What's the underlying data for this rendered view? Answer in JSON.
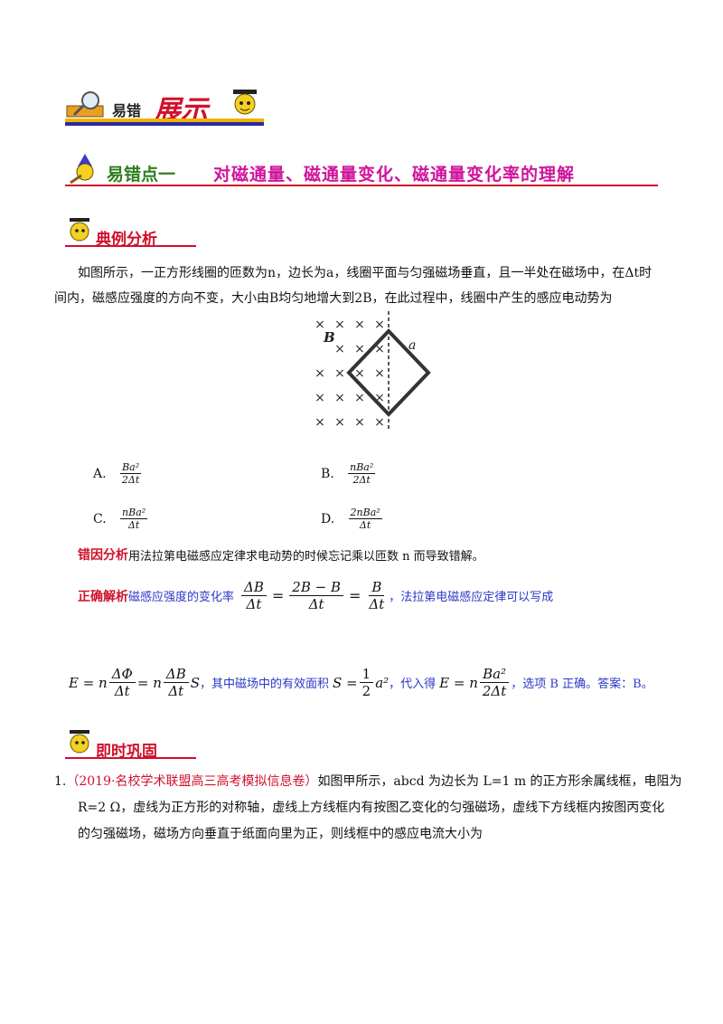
{
  "banner": {
    "text1": "易错",
    "text2": "展示"
  },
  "section": {
    "label": "易错点一",
    "title": "对磁通量、磁通量变化、磁通量变化率的理解"
  },
  "example_heading": "典例分析",
  "question": {
    "line1": "如图所示，一正方形线圈的匝数为n，边长为a，线圈平面与匀强磁场垂直，且一半处在磁场中，在Δt时",
    "line2": "间内，磁感应强度的方向不变，大小由B均匀地增大到2B，在此过程中，线圈中产生的感应电动势为"
  },
  "figure": {
    "label_B": "B",
    "label_a": "a",
    "mark": "×"
  },
  "options": [
    {
      "letter": "A.",
      "num": "Ba²",
      "den": "2Δt"
    },
    {
      "letter": "B.",
      "num": "nBa²",
      "den": "2Δt"
    },
    {
      "letter": "C.",
      "num": "nBa²",
      "den": "Δt"
    },
    {
      "letter": "D.",
      "num": "2nBa²",
      "den": "Δt"
    }
  ],
  "error_analysis": {
    "label": "错因分析",
    "text": "用法拉第电磁感应定律求电动势的时候忘记乘以匝数 n 而导致错解。"
  },
  "correct_analysis": {
    "label": "正确解析",
    "text1": "磁感应强度的变化率",
    "eq1": {
      "n1": "ΔB",
      "d1": "Δt",
      "eqs": "=",
      "n2": "2B − B",
      "d2": "Δt",
      "eqs2": "=",
      "n3": "B",
      "d3": "Δt"
    },
    "text2": "，法拉第电磁感应定律可以写成"
  },
  "formula_line": {
    "E": "E = n",
    "n1": "ΔΦ",
    "d1": "Δt",
    "mid": "= n",
    "n2": "ΔB",
    "d2": "Δt",
    "S": "S",
    "text1": "，其中磁场中的有效面积",
    "S2": "S =",
    "n3": "1",
    "d3": "2",
    "a2": "a²",
    "text2": "，代入得",
    "E2": "E = n",
    "n4": "Ba²",
    "d4": "2Δt",
    "text3": "，选项 B 正确。答案：B。"
  },
  "practice_heading": "即时巩固",
  "practice": {
    "number": "1.",
    "source": "（2019·名校学术联盟高三高考模拟信息卷）",
    "line1": "如图甲所示，abcd 为边长为 L=1 m 的正方形余属线框，电阻为",
    "line2": "R=2 Ω，虚线为正方形的对称轴，虚线上方线框内有按图乙变化的匀强磁场，虚线下方线框内按图丙变化",
    "line3": "的匀强磁场，磁场方向垂直于纸面向里为正，则线框中的感应电流大小为"
  }
}
